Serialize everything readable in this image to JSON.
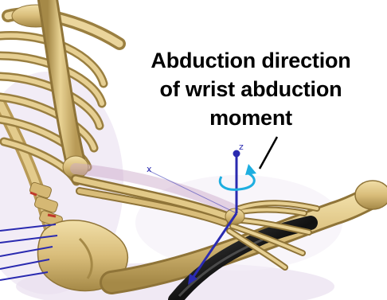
{
  "annotation": {
    "lines": [
      "Abduction direction",
      "of wrist abduction",
      "moment"
    ]
  },
  "axes": {
    "z_label": "z",
    "x_label": "x"
  },
  "colors": {
    "bone": "#d9bd7a",
    "bone_shadow": "#a58947",
    "bone_highlight": "#f1dfa8",
    "axis": "#2a2ab0",
    "rotation_arrow": "#1eaee0",
    "device": "#1a1a1a"
  }
}
